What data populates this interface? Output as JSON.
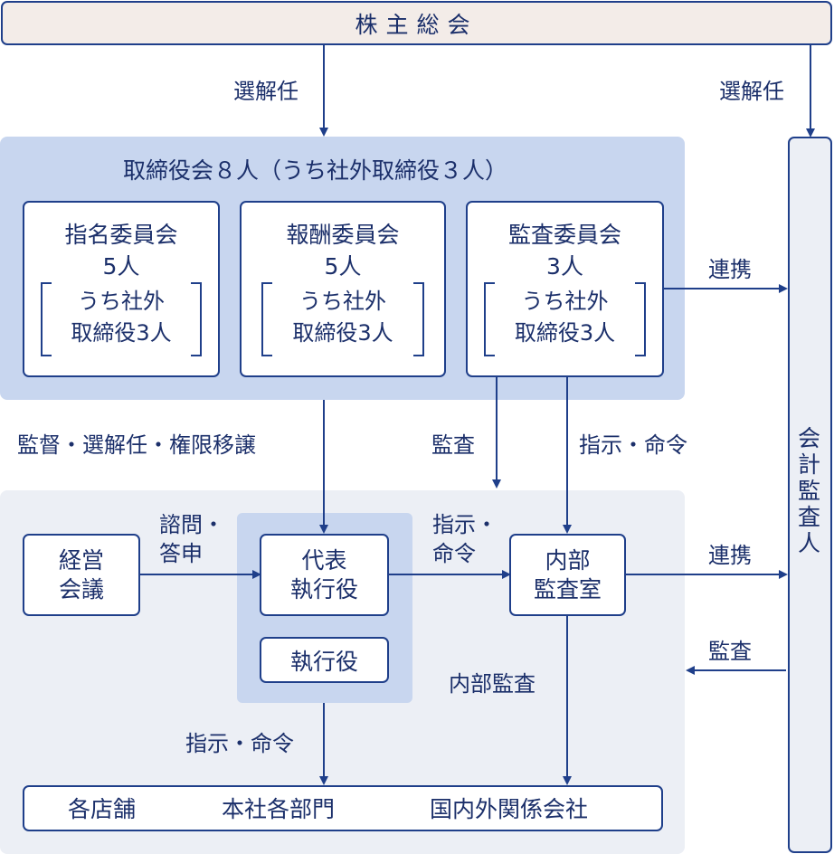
{
  "top": {
    "shareholders": "株主総会"
  },
  "edges": {
    "elect_left": "選解任",
    "elect_right": "選解任",
    "liaison_top": "連携",
    "liaison_mid": "連携",
    "supervise": "監督・選解任・権限移譲",
    "audit_committee": "監査",
    "instruct_committee": "指示・命令",
    "consult": [
      "諮問・",
      "答申"
    ],
    "instruct_ceo": [
      "指示・",
      "命令"
    ],
    "audit_accountant": "監査",
    "internal_audit": "内部監査",
    "instruct_bottom": "指示・命令"
  },
  "board": {
    "title": "取締役会８人（うち社外取締役３人）",
    "committees": [
      {
        "name": "指名委員会",
        "count": "5人",
        "outside": [
          "うち社外",
          "取締役3人"
        ]
      },
      {
        "name": "報酬委員会",
        "count": "5人",
        "outside": [
          "うち社外",
          "取締役3人"
        ]
      },
      {
        "name": "監査委員会",
        "count": "3人",
        "outside": [
          "うち社外",
          "取締役3人"
        ]
      }
    ]
  },
  "accountant": {
    "label": "会計監査人"
  },
  "execution": {
    "meeting": [
      "経営",
      "会議"
    ],
    "ceo": [
      "代表",
      "執行役"
    ],
    "officers": "執行役",
    "audit_office": [
      "内部",
      "監査室"
    ]
  },
  "bottom": {
    "units": [
      "各店舗",
      "本社各部門",
      "国内外関係会社"
    ]
  },
  "colors": {
    "navy": "#1f3f8a",
    "board_bg": "#c8d6ef",
    "exec_bg": "#eceff5",
    "shareholder_bg": "#f3ece8"
  }
}
